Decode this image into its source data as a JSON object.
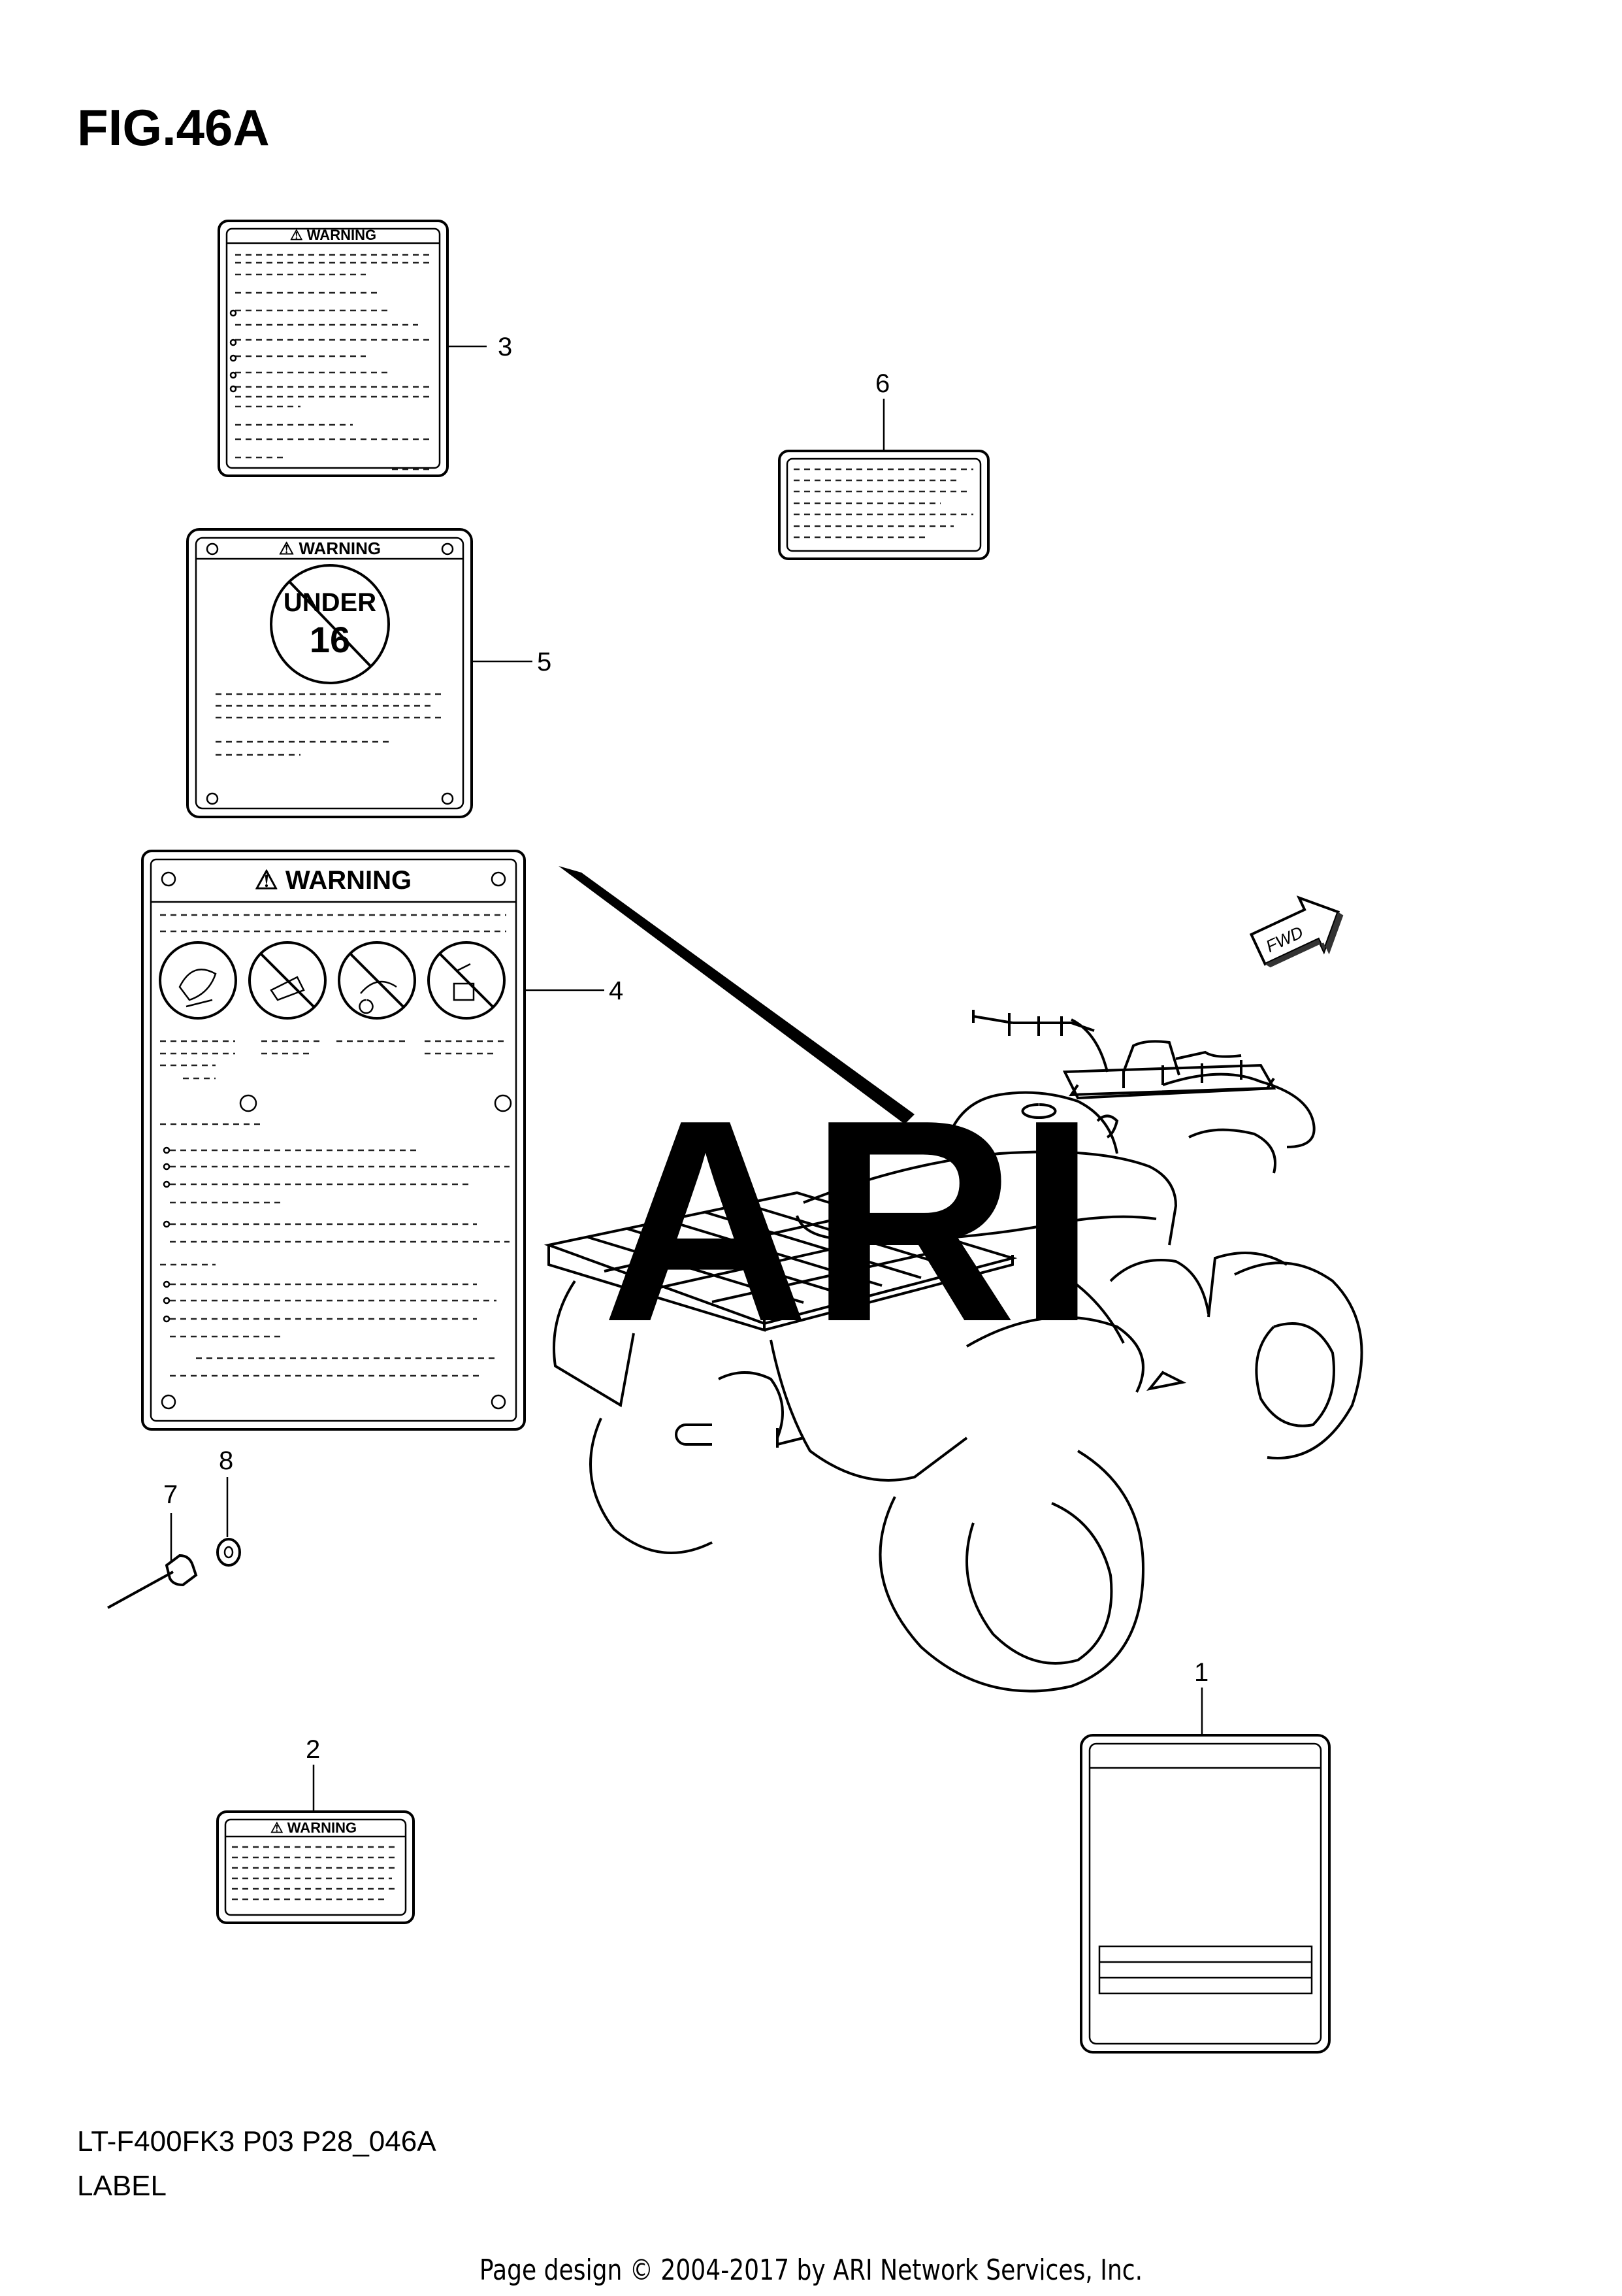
{
  "figure": {
    "title": "FIG.46A",
    "model_code": "LT-F400FK3 P03 P28_046A",
    "category": "LABEL",
    "footer": "Page design © 2004-2017 by ARI Network Services, Inc.",
    "watermark": "ARI"
  },
  "labels": {
    "warning_text": "WARNING",
    "under_line1": "UNDER",
    "under_line2": "16",
    "fwd_text": "FWD"
  },
  "callouts": [
    "1",
    "2",
    "3",
    "4",
    "5",
    "6",
    "7",
    "8"
  ]
}
